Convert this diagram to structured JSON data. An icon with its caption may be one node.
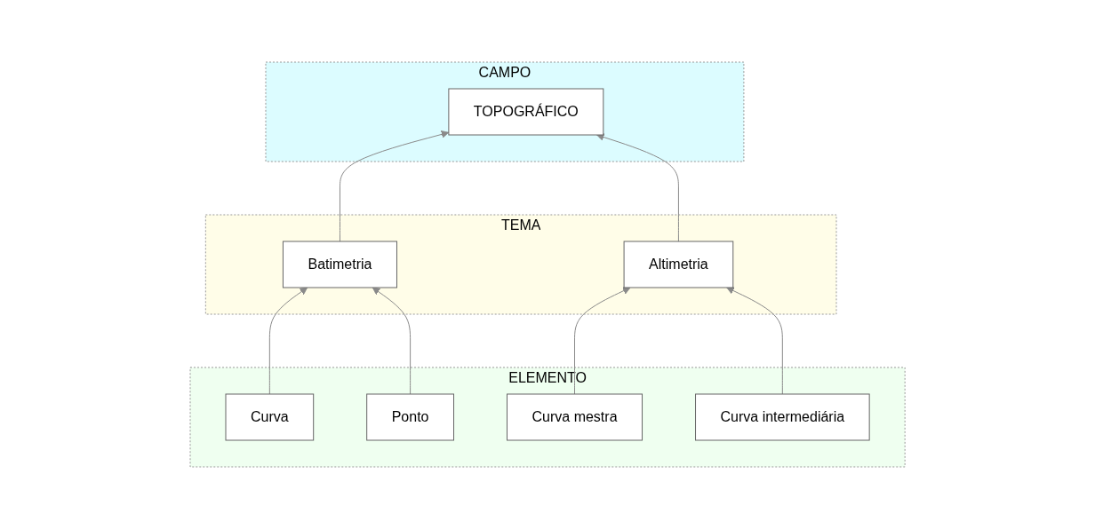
{
  "diagram": {
    "nodes": [
      {
        "text": [
          "CAMPO"
        ]
      },
      {
        "text": [
          "TOPOGRÁFICO"
        ],
        "in": 0
      },
      {
        "text": [
          "TEMA"
        ]
      },
      {
        "text": [
          "Batimetria"
        ],
        "in": 2
      },
      {
        "text": [
          "Altimetria"
        ],
        "in": 2
      },
      {
        "text": [
          "ELEMENTO"
        ]
      },
      {
        "text": [
          "Curva"
        ],
        "in": 5
      },
      {
        "text": [
          "Ponto"
        ],
        "in": 5
      },
      {
        "text": [
          "Curva mestra"
        ],
        "in": 5
      },
      {
        "text": [
          "Curva intermediária"
        ],
        "in": 5
      }
    ],
    "edges": [
      {
        "from": 3,
        "to": 1,
        "arrow": "to"
      },
      {
        "from": 4,
        "to": 1,
        "arrow": "to"
      },
      {
        "from": 6,
        "to": 3,
        "arrow": "to"
      },
      {
        "from": 7,
        "to": 3,
        "arrow": "to"
      },
      {
        "from": 8,
        "to": 4,
        "arrow": "to"
      },
      {
        "from": 9,
        "to": 4,
        "arrow": "to"
      }
    ]
  }
}
